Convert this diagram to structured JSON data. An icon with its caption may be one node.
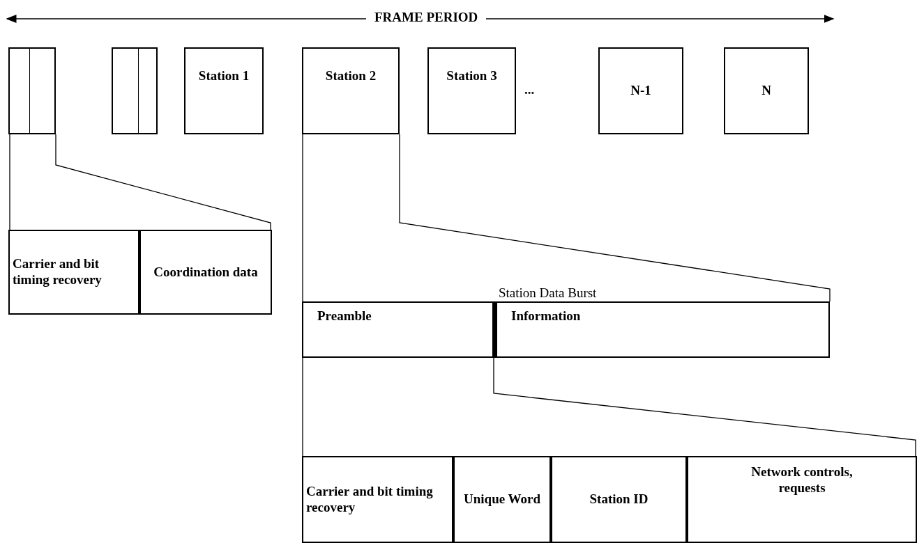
{
  "diagram": {
    "nodes": [
      {
        "text": [],
        "shape": "box"
      },
      {
        "text": [],
        "shape": "box"
      },
      {
        "text": [
          "Station 1"
        ]
      },
      {
        "text": [
          "Station 2"
        ]
      },
      {
        "text": [
          "Station 3"
        ]
      },
      {
        "text": [
          "N-1"
        ]
      },
      {
        "text": [
          "N"
        ]
      },
      {
        "text": [
          "Carrier and bit timing recovery"
        ]
      },
      {
        "text": [
          "Coordination data"
        ]
      },
      {
        "text": [
          "Preamble"
        ]
      },
      {
        "text": [
          "Information"
        ]
      },
      {
        "text": [
          "Carrier and bit timing recovery"
        ]
      },
      {
        "text": [
          "Unique Word"
        ]
      },
      {
        "text": [
          "Station ID"
        ]
      },
      {
        "text": [
          "Network controls, requests"
        ]
      }
    ],
    "edges": [
      {
        "from": 0,
        "to": 7,
        "arrow": "none"
      },
      {
        "from": 0,
        "to": 8,
        "arrow": "none"
      },
      {
        "from": 3,
        "to": 9,
        "arrow": "none"
      },
      {
        "from": 3,
        "to": 10,
        "arrow": "none"
      },
      {
        "from": 9,
        "to": 11,
        "arrow": "none"
      },
      {
        "from": 9,
        "to": 14,
        "arrow": "none"
      }
    ],
    "labels": [
      "FRAME PERIOD",
      "...",
      "Station Data Burst"
    ]
  }
}
